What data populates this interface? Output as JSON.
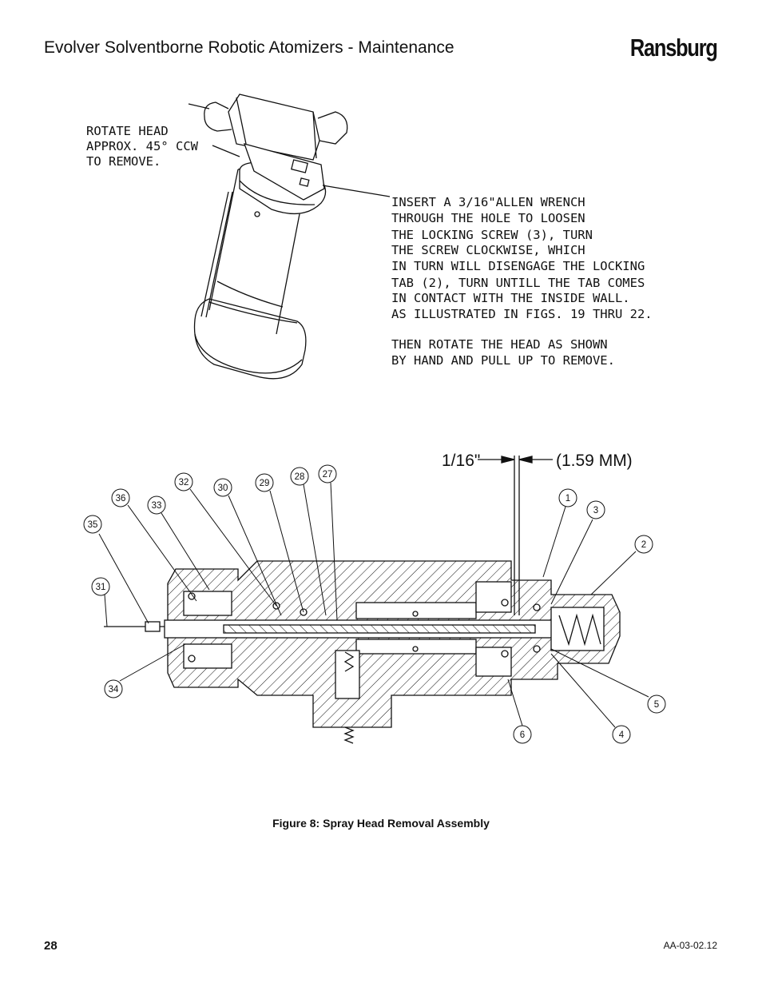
{
  "header": {
    "title": "Evolver Solventborne Robotic Atomizers - Maintenance",
    "brand": "Ransburg"
  },
  "upper_figure": {
    "rotate_note": [
      "ROTATE HEAD",
      "APPROX. 45° CCW",
      "TO REMOVE."
    ],
    "instruction_note": [
      "INSERT A 3/16\"ALLEN WRENCH",
      "THROUGH THE HOLE TO LOOSEN",
      "THE LOCKING SCREW (3), TURN",
      "THE SCREW CLOCKWISE, WHICH",
      "IN TURN WILL DISENGAGE THE LOCKING",
      "TAB (2), TURN UNTILL THE TAB COMES",
      "IN CONTACT WITH THE INSIDE WALL.",
      "AS ILLUSTRATED IN FIGS. 19 THRU 22.",
      "",
      "THEN ROTATE THE HEAD AS SHOWN",
      "BY HAND AND PULL UP TO REMOVE."
    ]
  },
  "lower_figure": {
    "dimension_left": "1/16\"",
    "dimension_right": "(1.59 MM)",
    "callouts": [
      "36",
      "35",
      "31",
      "34",
      "33",
      "32",
      "30",
      "29",
      "28",
      "27",
      "1",
      "3",
      "2",
      "5",
      "4",
      "6"
    ]
  },
  "caption": "Figure 8:  Spray Head Removal Assembly",
  "footer": {
    "page_number": "28",
    "doc_code": "AA-03-02.12"
  }
}
